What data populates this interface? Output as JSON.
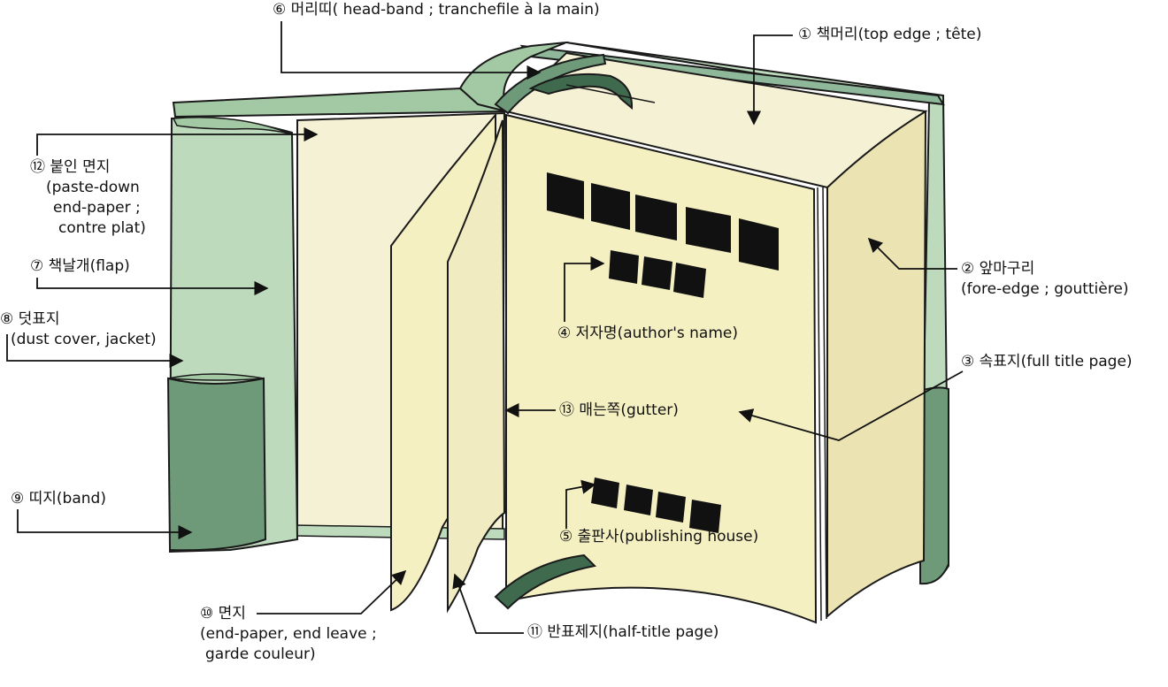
{
  "labels": {
    "head_band": {
      "line1": "⑥ 머리띠( head-band ; tranchefile à la main)"
    },
    "top_edge": {
      "line1": "① 책머리(top edge ; tête)"
    },
    "paste_down": {
      "line1": "⑫ 붙인 면지",
      "line2": "(paste-down",
      "line3": "end-paper ;",
      "line4": "contre plat)"
    },
    "flap": {
      "line1": "⑦ 책날개(flap)"
    },
    "dust_cover": {
      "line1": "⑧ 덧표지",
      "line2": "(dust cover, jacket)"
    },
    "band": {
      "line1": "⑨ 띠지(band)"
    },
    "fore_edge": {
      "line1": "② 앞마구리",
      "line2": "(fore-edge ; gouttière)"
    },
    "author": {
      "line1": "④ 저자명(author's name)"
    },
    "full_title": {
      "line1": "③ 속표지(full title page)"
    },
    "gutter": {
      "line1": "⑬ 매는쪽(gutter)"
    },
    "publisher": {
      "line1": "⑤ 출판사(publishing house)"
    },
    "end_paper": {
      "line1": "⑩ 면지",
      "line2": "(end-paper, end leave ;",
      "line3": "garde couleur)"
    },
    "half_title": {
      "line1": "⑪ 반표제지(half-title page)"
    }
  },
  "colors": {
    "cover_light": "#bedabd",
    "cover_mid": "#a3c9a4",
    "band_dark": "#6e9a7a",
    "band_darker": "#3f6a4e",
    "page": "#f5f1d4",
    "page_yellow": "#f5f0c2",
    "fore_edge": "#ebe3b2",
    "outline": "#1a1a1a"
  }
}
